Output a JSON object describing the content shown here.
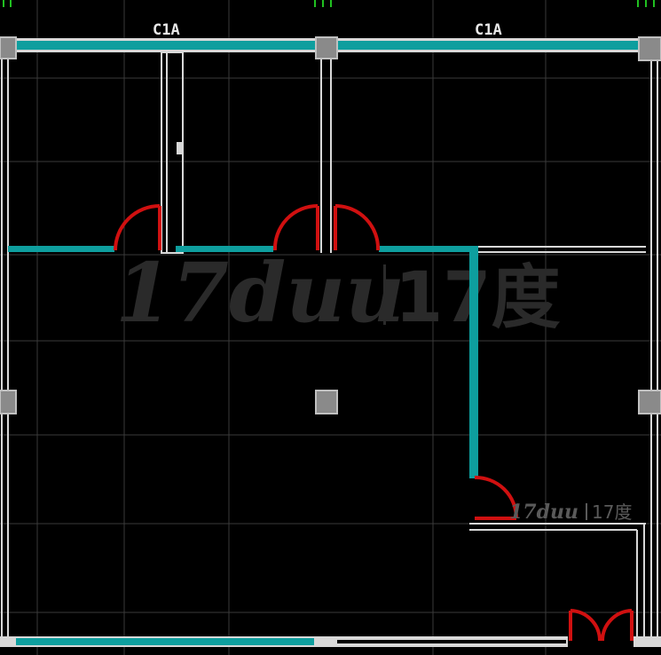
{
  "window_labels": [
    "C1A",
    "C1A"
  ],
  "watermark": {
    "latin": "17duu",
    "cjk": "17度"
  },
  "colors": {
    "background": "#000000",
    "grid": "#3a3a3a",
    "wall": "#d8d8d8",
    "partition": "#0e9e9e",
    "door": "#d01010",
    "column": "#8a8a8a",
    "axis_tick": "#20c020"
  }
}
